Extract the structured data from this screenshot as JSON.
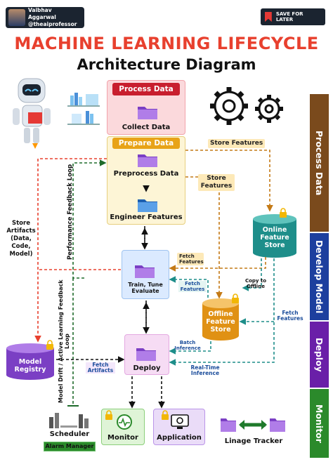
{
  "header": {
    "author_name": "Vaibhav Aggarwal",
    "author_handle": "@theaiprofessor",
    "save_label": "SAVE FOR LATER",
    "title": "MACHINE LEARNING LIFECYCLE",
    "subtitle": "Architecture Diagram"
  },
  "stages": [
    {
      "label": "Process Data",
      "color": "#7a4a1c"
    },
    {
      "label": "Develop Model",
      "color": "#1d3f9e"
    },
    {
      "label": "Deploy",
      "color": "#6a1fa8"
    },
    {
      "label": "Monitor",
      "color": "#2b8a2b"
    }
  ],
  "nodes": {
    "process_data": "Process Data",
    "collect_data": "Collect Data",
    "prepare_data": "Prepare Data",
    "preprocess_data": "Preprocess Data",
    "engineer_features": "Engineer Features",
    "train_tune_evaluate": "Train, Tune Evaluate",
    "deploy": "Deploy",
    "online_feature_store": "Online Feature Store",
    "offline_feature_store": "Offline Feature Store",
    "model_registry": "Model Registry",
    "scheduler": "Scheduler",
    "alarm_manager": "Alarm Manager",
    "monitor": "Monitor",
    "application": "Application",
    "lineage_tracker": "Linage Tracker"
  },
  "edges": {
    "store_features_1": "Store Features",
    "store_features_2": "Store Features",
    "store_artifacts": "Store Artifacts (Data, Code, Model)",
    "performance_feedback_loop": "Performance Feedback Loop",
    "drift_feedback_loop": "Model Drift / Active Learning Feedback Loop",
    "fetch_features_1": "Fetch Features",
    "fetch_features_2": "Fetch Features",
    "fetch_features_3": "Fetch Features",
    "copy_to_offline": "Copy to Offline",
    "batch_inference": "Batch Inference",
    "real_time_inference": "Real-Time Inference",
    "fetch_artifacts": "Fetch Artifacts"
  },
  "colors": {
    "red": "#e8402e",
    "dark_green": "#1f6b2b",
    "orange": "#c47a16",
    "teal": "#1e8e8a",
    "process_red": "#c81e2e",
    "prepare_orange": "#e8a317"
  }
}
